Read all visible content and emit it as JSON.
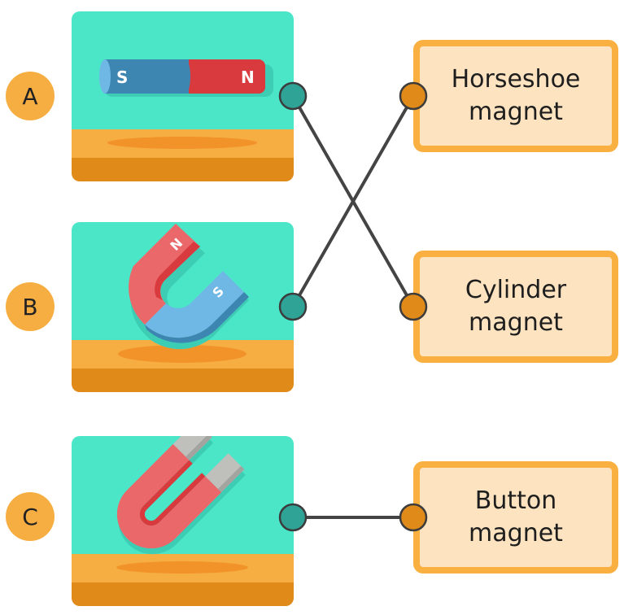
{
  "colors": {
    "letter_bg": "#F6AE43",
    "panel_sky": "#4BE6C8",
    "panel_floor": "#F6AE43",
    "panel_base": "#E08A1A",
    "floor_shadow": "#F2932A",
    "left_dot": "#2FA396",
    "right_dot": "#E08A1A",
    "dot_stroke": "#3C3C3C",
    "line": "#444444",
    "box_border": "#F9B041",
    "box_fill": "#FDE3C0",
    "magnet_red": "#EA686A",
    "magnet_red_dark": "#D83A3D",
    "magnet_blue": "#6FB8E6",
    "magnet_blue_dark": "#3E86B2",
    "magnet_gray": "#BFBFBC",
    "magnet_gray_dark": "#A3A3A0",
    "magnet_shadow": "#3DCDB4"
  },
  "items": [
    {
      "letter": "A",
      "magnet_type": "cylinder-magnet",
      "pole_left": "S",
      "pole_right": "N"
    },
    {
      "letter": "B",
      "magnet_type": "horseshoe-magnet",
      "pole_top": "N",
      "pole_right": "S"
    },
    {
      "letter": "C",
      "magnet_type": "u-magnet-with-gray-tips"
    }
  ],
  "options": [
    {
      "label": "Horseshoe\nmagnet"
    },
    {
      "label": "Cylinder\nmagnet"
    },
    {
      "label": "Button\nmagnet"
    }
  ],
  "connections": [
    {
      "from": "A",
      "to": "Cylinder magnet",
      "from_index": 0,
      "to_index": 1
    },
    {
      "from": "B",
      "to": "Horseshoe magnet",
      "from_index": 1,
      "to_index": 0
    },
    {
      "from": "C",
      "to": "Button magnet",
      "from_index": 2,
      "to_index": 2
    }
  ]
}
